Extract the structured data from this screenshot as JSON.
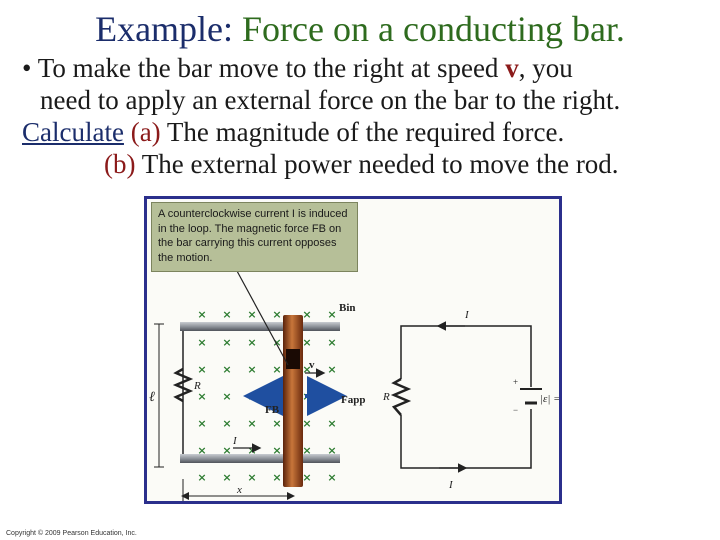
{
  "title": {
    "label": "Example:",
    "text": "Force on a conducting bar."
  },
  "body": {
    "line1_pre": "• To make the bar move to the right at speed ",
    "line1_v": "v",
    "line1_post": ", you",
    "line2": "need to apply an external force on the bar to the right.",
    "line3_calc": "Calculate",
    "line3_a": "(a)",
    "line3_rest": " The magnitude of the required force.",
    "line4_b": "(b)",
    "line4_rest": " The external power needed to move the rod."
  },
  "figure": {
    "callout": "A counterclockwise current I is induced in the loop. The magnetic force FB on the bar carrying this current opposes the motion.",
    "labels": {
      "B_in": "Bin",
      "R_left": "R",
      "R_right": "R",
      "v": "v",
      "F_app": "Fapp",
      "F_B": "FB",
      "I_bottom": "I",
      "I_top_right": "I",
      "I_bottom_right": "I",
      "ell": "ℓ",
      "x": "x",
      "emf": "|ε| = Bℓv"
    },
    "colors": {
      "frame": "#2b2f8c",
      "callout_bg": "#b6bf98",
      "field_marks": "#2e7d32",
      "bar": "#8a3a14"
    }
  },
  "copyright": "Copyright © 2009 Pearson Education, Inc."
}
